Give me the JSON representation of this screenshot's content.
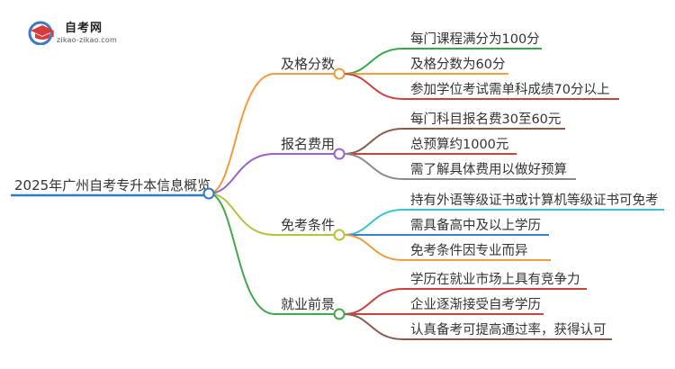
{
  "logo": {
    "name": "自考网",
    "url": "zikao-zikao.com",
    "icon": "graduation-cap-icon"
  },
  "mindmap": {
    "root": "2025年广州自考专升本信息概览",
    "branches": [
      {
        "label": "及格分数",
        "color": "#f39a3c",
        "leaves": [
          {
            "text": "每门课程满分为100分",
            "color": "#35a84a"
          },
          {
            "text": "及格分数为60分",
            "color": "#f0a33c"
          },
          {
            "text": "参加学位考试需单科成绩70分以上",
            "color": "#c8433c"
          }
        ]
      },
      {
        "label": "报名费用",
        "color": "#9b62c8",
        "leaves": [
          {
            "text": "每门科目报名费30至60元",
            "color": "#8a5a4a"
          },
          {
            "text": "总预算约1000元",
            "color": "#c8433c"
          },
          {
            "text": "需了解具体费用以做好预算",
            "color": "#8a8a8a"
          }
        ]
      },
      {
        "label": "免考条件",
        "color": "#b8c23a",
        "leaves": [
          {
            "text": "持有外语等级证书或计算机等级证书可免考",
            "color": "#3ac2d0"
          },
          {
            "text": "需具备高中及以上学历",
            "color": "#3a7fd0"
          },
          {
            "text": "免考条件因专业而异",
            "color": "#f39a3c"
          }
        ]
      },
      {
        "label": "就业前景",
        "color": "#44a84a",
        "leaves": [
          {
            "text": "学历在就业市场上具有竞争力",
            "color": "#c8433c"
          },
          {
            "text": "企业逐渐接受自考学历",
            "color": "#c8433c"
          },
          {
            "text": "认真备考可提高通过率，获得认可",
            "color": "#8a5a4a"
          }
        ]
      }
    ],
    "root_color": "#2c7bbf"
  }
}
